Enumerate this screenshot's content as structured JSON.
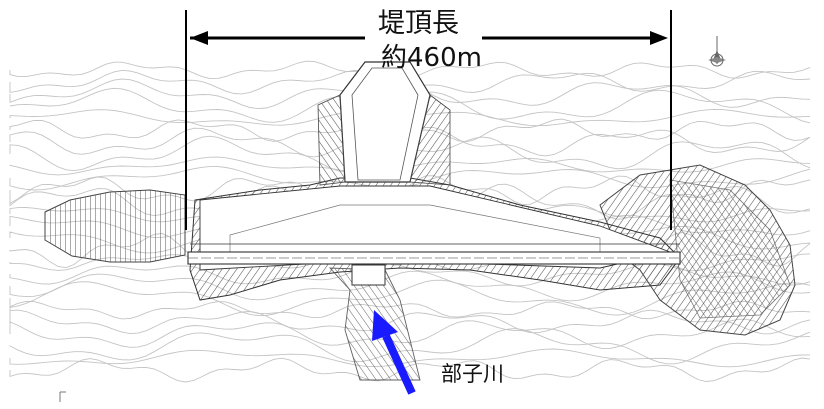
{
  "labels": {
    "crest_title": "堤頂長",
    "crest_length": "約460m",
    "river_name": "部子川"
  },
  "colors": {
    "line": "#333333",
    "contour": "#bdbdbd",
    "arrow_flow": "#1a1aff",
    "dimension": "#000000"
  },
  "icons": {
    "north": "north-compass-icon"
  }
}
